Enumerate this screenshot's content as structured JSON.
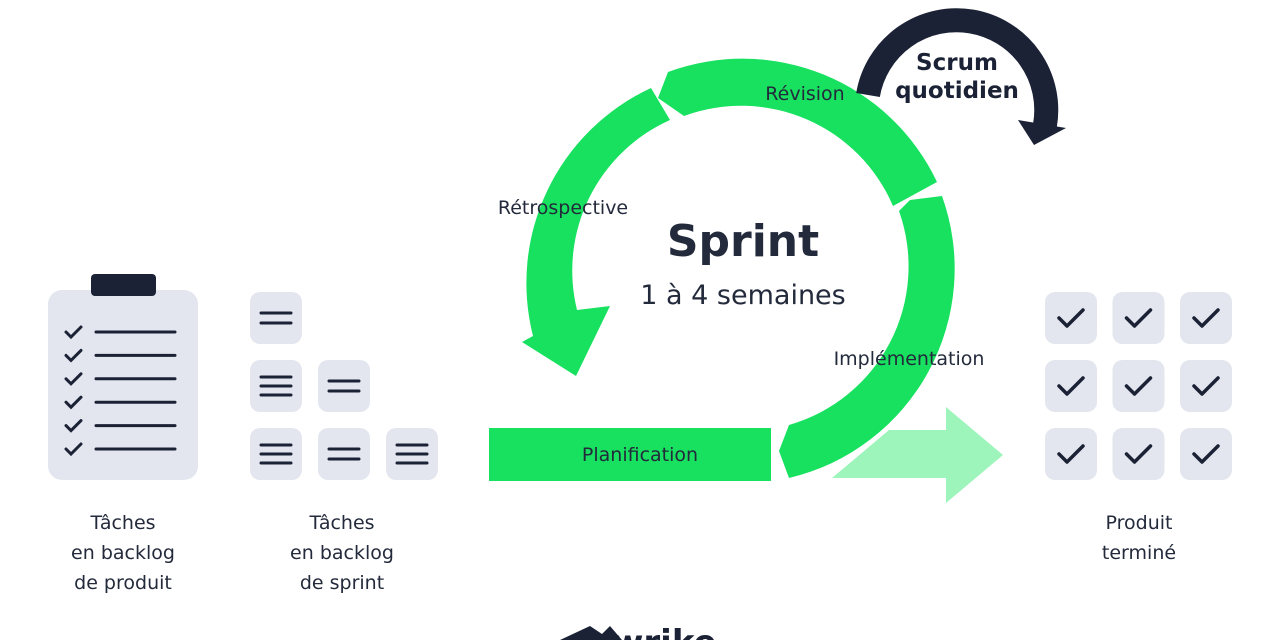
{
  "colors": {
    "green": "#17e15f",
    "green_light": "#9ef5bb",
    "navy": "#1b2236",
    "tile": "#e3e6ee",
    "text": "#232a3b"
  },
  "sprint": {
    "title": "Sprint",
    "duration": "1 à 4 semaines"
  },
  "phases": {
    "review": "Révision",
    "retrospective": "Rétrospective",
    "implementation": "Implémentation",
    "planning": "Planification"
  },
  "daily_scrum": {
    "line1": "Scrum",
    "line2": "quotidien"
  },
  "product_backlog": {
    "icon": "clipboard-checklist-icon",
    "checklist_items": 6,
    "caption": [
      "Tâches",
      "en backlog",
      "de produit"
    ]
  },
  "sprint_backlog": {
    "icon": "task-tiles-icon",
    "caption": [
      "Tâches",
      "en backlog",
      "de sprint"
    ]
  },
  "finished_product": {
    "icon": "checkmark-tiles-icon",
    "tiles": 9,
    "caption": [
      "Produit",
      "terminé"
    ]
  },
  "brand": {
    "logo": "wrike-logo",
    "name": "wrike"
  }
}
